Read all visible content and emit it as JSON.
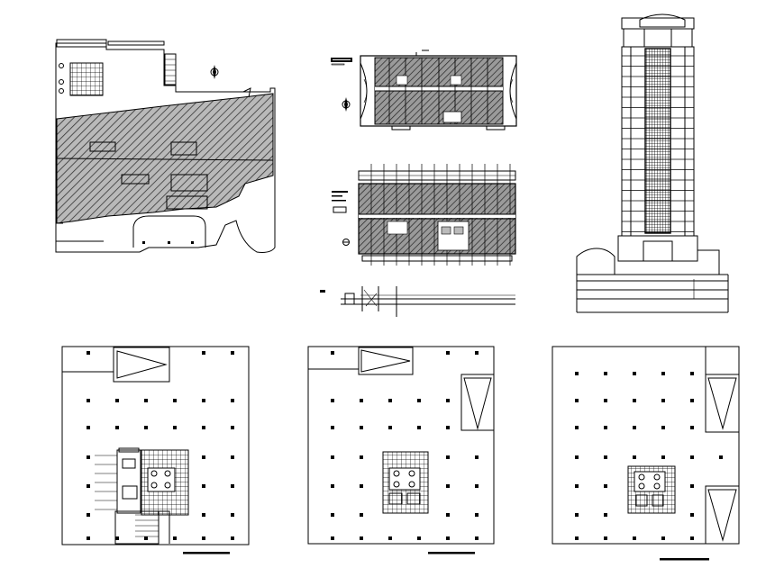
{
  "drawing": {
    "views": [
      "site-plan",
      "typical-floor-plan",
      "ground-floor-plan",
      "longitudinal-section",
      "tower-elevation",
      "basement-plan-1",
      "basement-plan-2",
      "basement-plan-3"
    ],
    "colors": {
      "line": "#000000",
      "background": "#ffffff",
      "hatch_fill": "#8f8f8f"
    },
    "icons": [
      "north-arrow-icon",
      "compass-icon"
    ]
  }
}
